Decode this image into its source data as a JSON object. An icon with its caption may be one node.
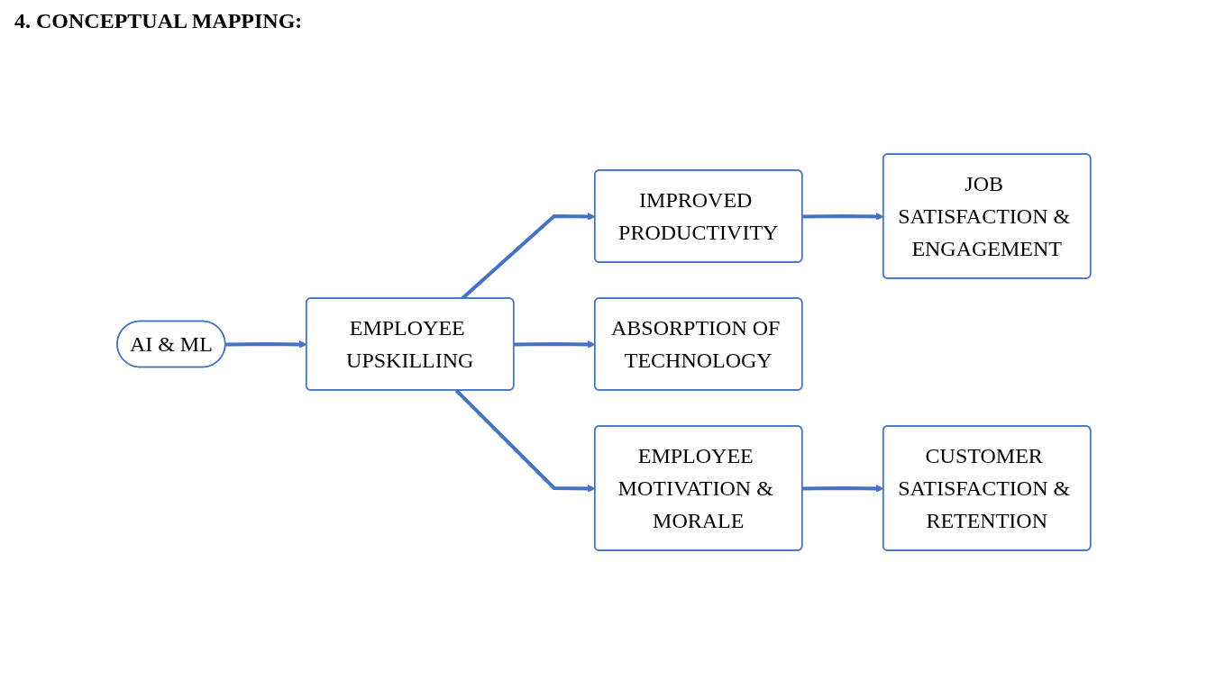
{
  "diagram": {
    "title": "4. CONCEPTUAL MAPPING:",
    "nodes": [
      {
        "text": [
          "AI & ML"
        ]
      },
      {
        "text": [
          "EMPLOYEE UPSKILLING"
        ]
      },
      {
        "text": [
          "IMPROVED PRODUCTIVITY"
        ]
      },
      {
        "text": [
          "JOB SATISFACTION & ENGAGEMENT"
        ]
      },
      {
        "text": [
          "ABSORPTION OF TECHNOLOGY"
        ]
      },
      {
        "text": [
          "CUSTOMER SATISFACTION & RETENTION"
        ]
      },
      {
        "text": [
          "EMPLOYEE MOTIVATION & MORALE"
        ]
      }
    ],
    "edges": [
      {
        "from": 0,
        "to": 1,
        "arrow": "to"
      },
      {
        "from": 1,
        "to": 2,
        "arrow": "to"
      },
      {
        "from": 2,
        "to": 3,
        "arrow": "to"
      },
      {
        "from": 1,
        "to": 4,
        "arrow": "to"
      },
      {
        "from": 1,
        "to": 6,
        "arrow": "to"
      },
      {
        "from": 6,
        "to": 5,
        "arrow": "to"
      }
    ]
  }
}
